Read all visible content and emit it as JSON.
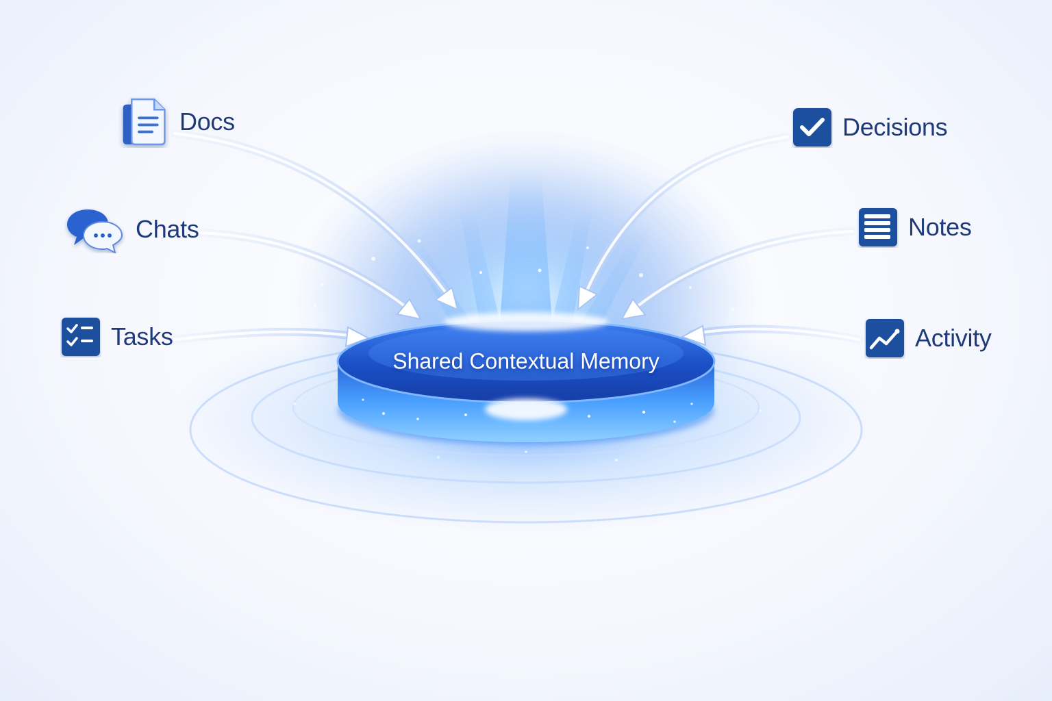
{
  "hub": {
    "title": "Shared Contextual Memory"
  },
  "sources_left": [
    {
      "label": "Docs",
      "icon": "document-icon"
    },
    {
      "label": "Chats",
      "icon": "chat-bubbles-icon"
    },
    {
      "label": "Tasks",
      "icon": "checklist-icon"
    }
  ],
  "sources_right": [
    {
      "label": "Decisions",
      "icon": "checkbox-checked-icon"
    },
    {
      "label": "Notes",
      "icon": "notes-list-icon"
    },
    {
      "label": "Activity",
      "icon": "trend-line-icon"
    }
  ],
  "colors": {
    "accent": "#1e5fd6",
    "hub_top": "#1c4fc4",
    "hub_glow": "#6fb6ff",
    "label_text": "#1f3a7a",
    "icon_bg": "#1e4f9e"
  }
}
